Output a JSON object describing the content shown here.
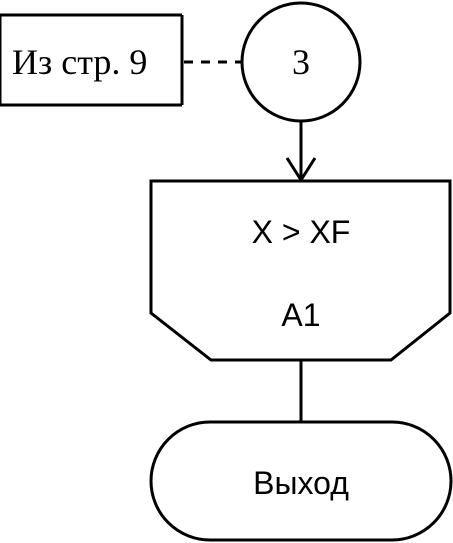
{
  "annotation": {
    "label": "Из стр. 9"
  },
  "connector": {
    "label": "3"
  },
  "loop_limit": {
    "condition": "X > XF",
    "name": "A1"
  },
  "terminator": {
    "label": "Выход"
  }
}
